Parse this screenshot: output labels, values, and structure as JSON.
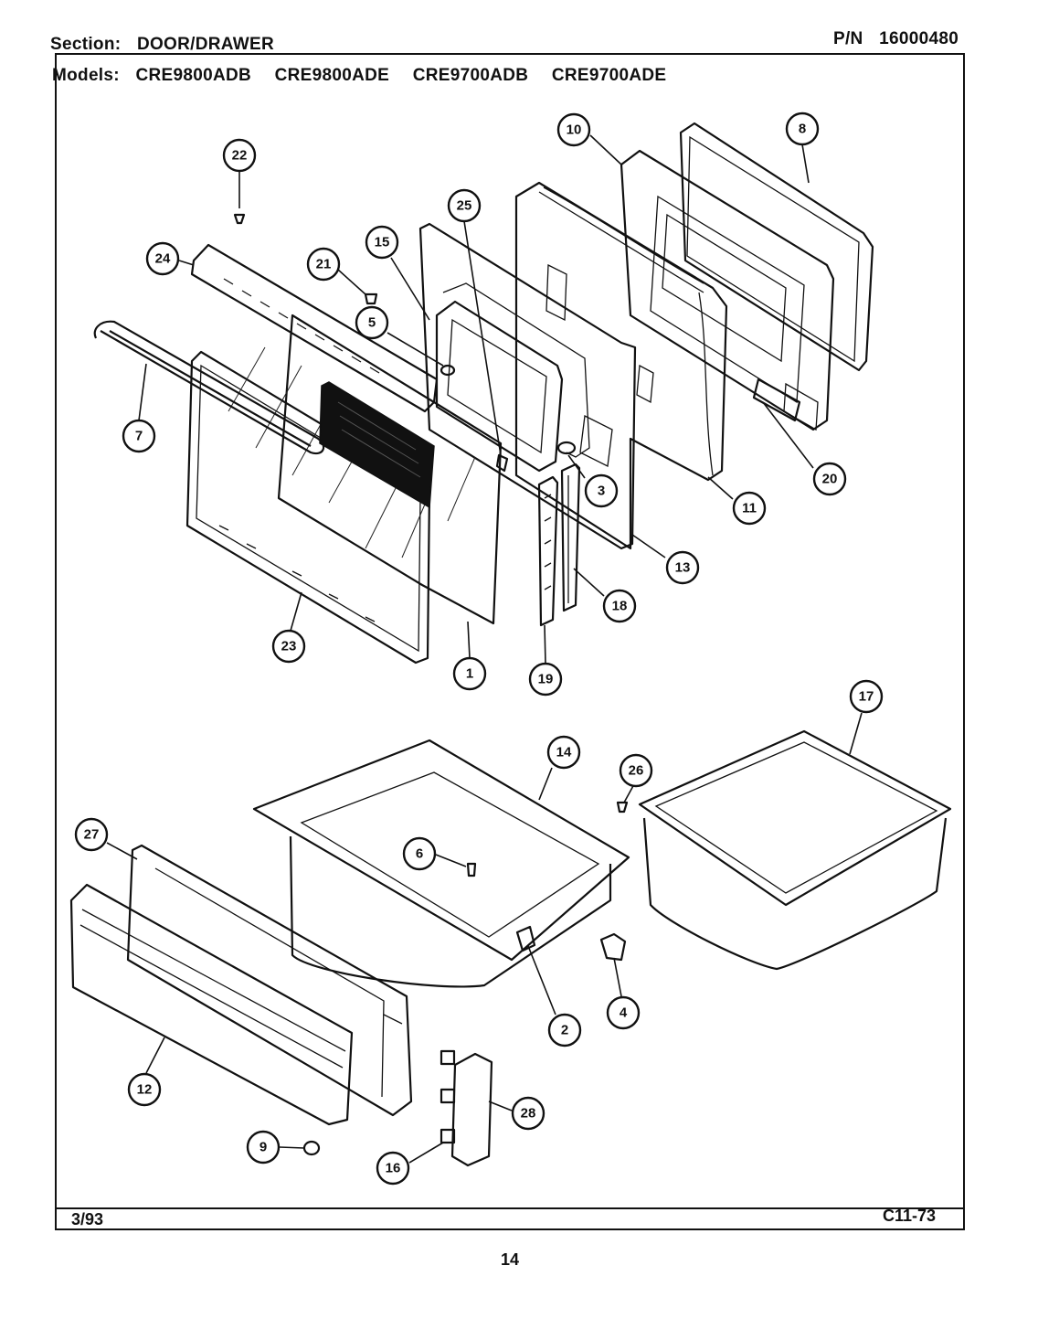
{
  "header": {
    "section_label": "Section:",
    "section_value": "DOOR/DRAWER",
    "pn_label": "P/N",
    "pn_value": "16000480",
    "models_label": "Models:",
    "models": [
      "CRE9800ADB",
      "CRE9800ADE",
      "CRE9700ADB",
      "CRE9700ADE"
    ]
  },
  "footer": {
    "date": "3/93",
    "code": "C11-73",
    "page_number": "14"
  },
  "callouts": [
    "22",
    "24",
    "21",
    "15",
    "25",
    "10",
    "8",
    "5",
    "7",
    "3",
    "20",
    "11",
    "13",
    "18",
    "23",
    "1",
    "19",
    "17",
    "14",
    "26",
    "27",
    "6",
    "2",
    "4",
    "12",
    "28",
    "9",
    "16"
  ]
}
